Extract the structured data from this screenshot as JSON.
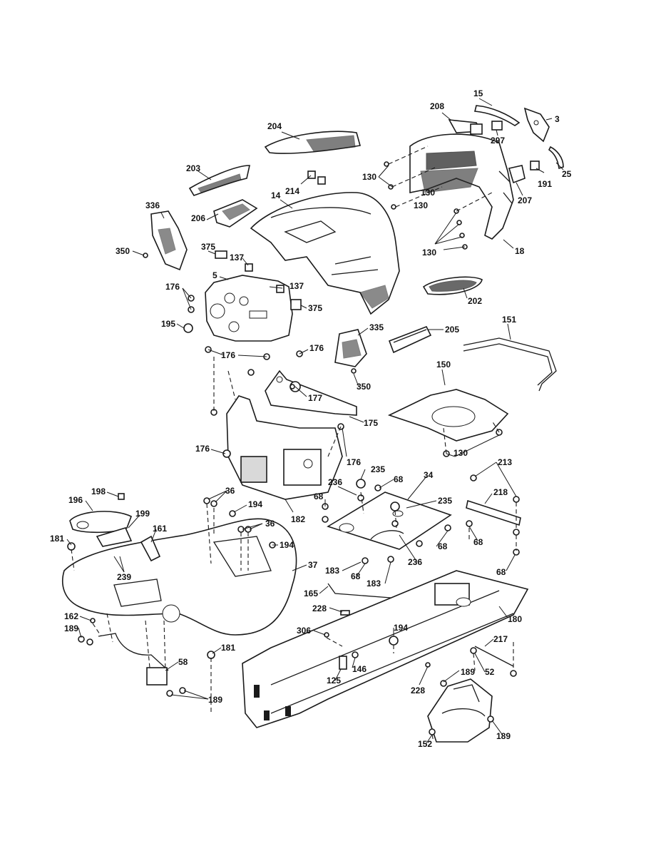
{
  "labels": [
    {
      "id": "l15",
      "text": "15"
    },
    {
      "id": "l208",
      "text": "208"
    },
    {
      "id": "l3",
      "text": "3"
    },
    {
      "id": "l297",
      "text": "297"
    },
    {
      "id": "l204",
      "text": "204"
    },
    {
      "id": "l203",
      "text": "203"
    },
    {
      "id": "l214",
      "text": "214"
    },
    {
      "id": "l14",
      "text": "14"
    },
    {
      "id": "l130a",
      "text": "130"
    },
    {
      "id": "l130b",
      "text": "130"
    },
    {
      "id": "l130c",
      "text": "130"
    },
    {
      "id": "l130d",
      "text": "130"
    },
    {
      "id": "l130e",
      "text": "130"
    },
    {
      "id": "l25",
      "text": "25"
    },
    {
      "id": "l191",
      "text": "191"
    },
    {
      "id": "l207",
      "text": "207"
    },
    {
      "id": "l18",
      "text": "18"
    },
    {
      "id": "l336",
      "text": "336"
    },
    {
      "id": "l206",
      "text": "206"
    },
    {
      "id": "l350a",
      "text": "350"
    },
    {
      "id": "l375a",
      "text": "375"
    },
    {
      "id": "l137a",
      "text": "137"
    },
    {
      "id": "l5",
      "text": "5"
    },
    {
      "id": "l137b",
      "text": "137"
    },
    {
      "id": "l176a",
      "text": "176"
    },
    {
      "id": "l375b",
      "text": "375"
    },
    {
      "id": "l202",
      "text": "202"
    },
    {
      "id": "l195",
      "text": "195"
    },
    {
      "id": "l151",
      "text": "151"
    },
    {
      "id": "l335",
      "text": "335"
    },
    {
      "id": "l205",
      "text": "205"
    },
    {
      "id": "l176b",
      "text": "176"
    },
    {
      "id": "l176c",
      "text": "176"
    },
    {
      "id": "l350b",
      "text": "350"
    },
    {
      "id": "l150",
      "text": "150"
    },
    {
      "id": "l177",
      "text": "177"
    },
    {
      "id": "l175",
      "text": "175"
    },
    {
      "id": "l176d",
      "text": "176"
    },
    {
      "id": "l176e",
      "text": "176"
    },
    {
      "id": "l235a",
      "text": "235"
    },
    {
      "id": "l68a",
      "text": "68"
    },
    {
      "id": "l34",
      "text": "34"
    },
    {
      "id": "l213",
      "text": "213"
    },
    {
      "id": "l236a",
      "text": "236"
    },
    {
      "id": "l198",
      "text": "198"
    },
    {
      "id": "l36a",
      "text": "36"
    },
    {
      "id": "l196",
      "text": "196"
    },
    {
      "id": "l194a",
      "text": "194"
    },
    {
      "id": "l68b",
      "text": "68"
    },
    {
      "id": "l235b",
      "text": "235"
    },
    {
      "id": "l218",
      "text": "218"
    },
    {
      "id": "l199",
      "text": "199"
    },
    {
      "id": "l182",
      "text": "182"
    },
    {
      "id": "l161",
      "text": "161"
    },
    {
      "id": "l36b",
      "text": "36"
    },
    {
      "id": "l181a",
      "text": "181"
    },
    {
      "id": "l194b",
      "text": "194"
    },
    {
      "id": "l68c",
      "text": "68"
    },
    {
      "id": "l68d",
      "text": "68"
    },
    {
      "id": "l239",
      "text": "239"
    },
    {
      "id": "l37",
      "text": "37"
    },
    {
      "id": "l236b",
      "text": "236"
    },
    {
      "id": "l183a",
      "text": "183"
    },
    {
      "id": "l68e",
      "text": "68"
    },
    {
      "id": "l68f",
      "text": "68"
    },
    {
      "id": "l183b",
      "text": "183"
    },
    {
      "id": "l165",
      "text": "165"
    },
    {
      "id": "l162",
      "text": "162"
    },
    {
      "id": "l228a",
      "text": "228"
    },
    {
      "id": "l180",
      "text": "180"
    },
    {
      "id": "l189a",
      "text": "189"
    },
    {
      "id": "l306",
      "text": "306"
    },
    {
      "id": "l194c",
      "text": "194"
    },
    {
      "id": "l217",
      "text": "217"
    },
    {
      "id": "l181b",
      "text": "181"
    },
    {
      "id": "l58",
      "text": "58"
    },
    {
      "id": "l146",
      "text": "146"
    },
    {
      "id": "l52",
      "text": "52"
    },
    {
      "id": "l125",
      "text": "125"
    },
    {
      "id": "l189b",
      "text": "189"
    },
    {
      "id": "l228b",
      "text": "228"
    },
    {
      "id": "l189c",
      "text": "189"
    },
    {
      "id": "l189d",
      "text": "189"
    },
    {
      "id": "l152",
      "text": "152"
    }
  ]
}
